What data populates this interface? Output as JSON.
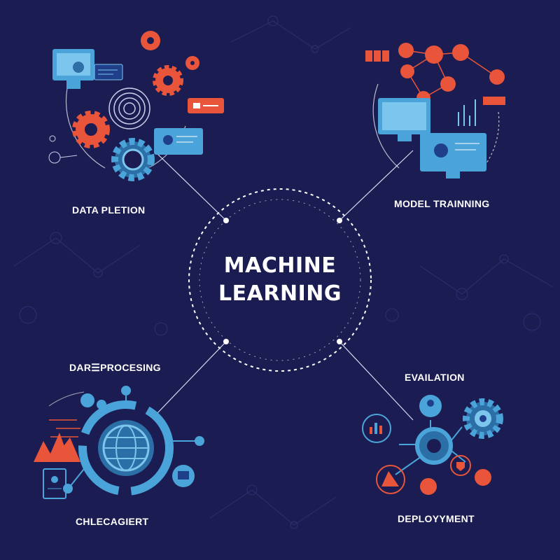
{
  "center": {
    "line1": "MACHINE",
    "line2": "LEARNING"
  },
  "stages": {
    "top_left": "DATA PLETION",
    "top_right": "MODEL TRAINNING",
    "mid_left": "DAR☰PROCESING",
    "mid_right": "EVAILATION",
    "bottom_left": "CHLECAGIERT",
    "bottom_right": "DEPLOYYMENT"
  },
  "colors": {
    "background": "#1b1d52",
    "accent_orange": "#e8553a",
    "accent_blue": "#4aa3d9",
    "light_blue": "#7cc6ee",
    "white": "#ffffff"
  },
  "icons": [
    "monitor-icon",
    "gear-icon",
    "location-pin-icon",
    "fingerprint-icon",
    "chat-bubble-icon",
    "network-nodes-icon",
    "user-node-icon",
    "bar-chart-icon",
    "globe-icon",
    "document-icon",
    "mountain-chart-icon",
    "shield-icon",
    "pie-chart-icon"
  ]
}
